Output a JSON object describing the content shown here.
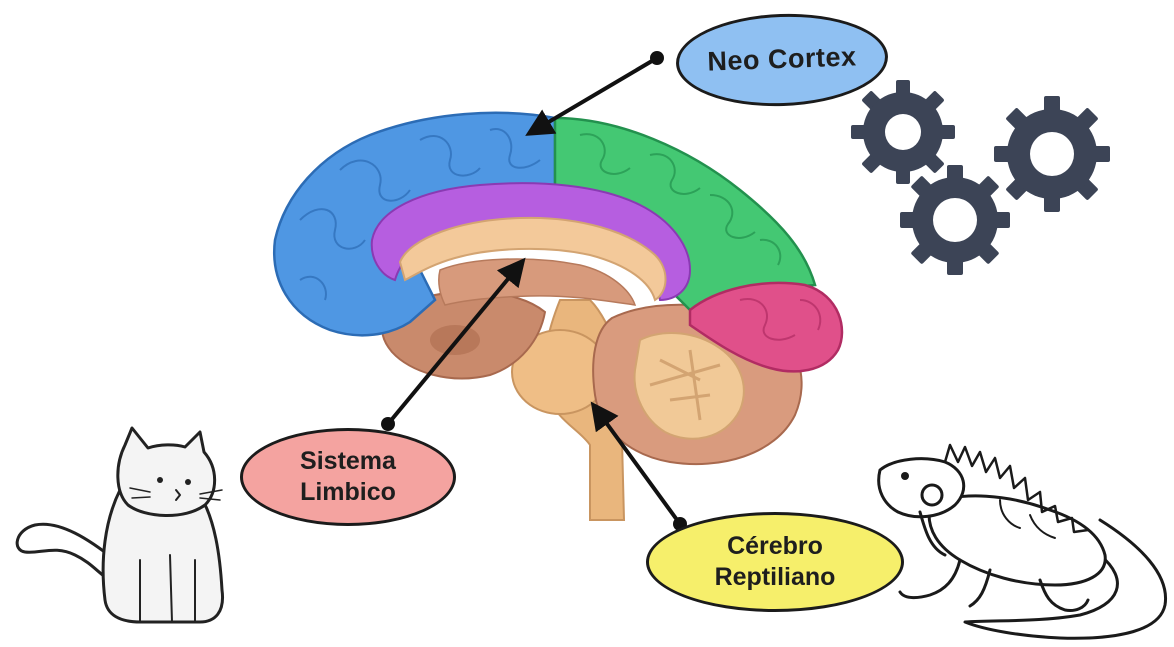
{
  "labels": {
    "neocortex": "Neo Cortex",
    "limbico_line1": "Sistema",
    "limbico_line2": "Limbico",
    "reptiliano_line1": "Cérebro",
    "reptiliano_line2": "Reptiliano"
  },
  "icons": [
    "gear-icon",
    "cat-icon",
    "iguana-icon",
    "brain-illustration"
  ],
  "colors": {
    "neocortex_bubble": "#8fc0f2",
    "limbico_bubble": "#f4a3a0",
    "reptiliano_bubble": "#f6ef6b",
    "frontal_lobe": "#4f97e3",
    "parietal_lobe": "#44c873",
    "occipital_lobe": "#e0508a",
    "limbic_region": "#b65ee0",
    "gears": "#3c4456"
  }
}
